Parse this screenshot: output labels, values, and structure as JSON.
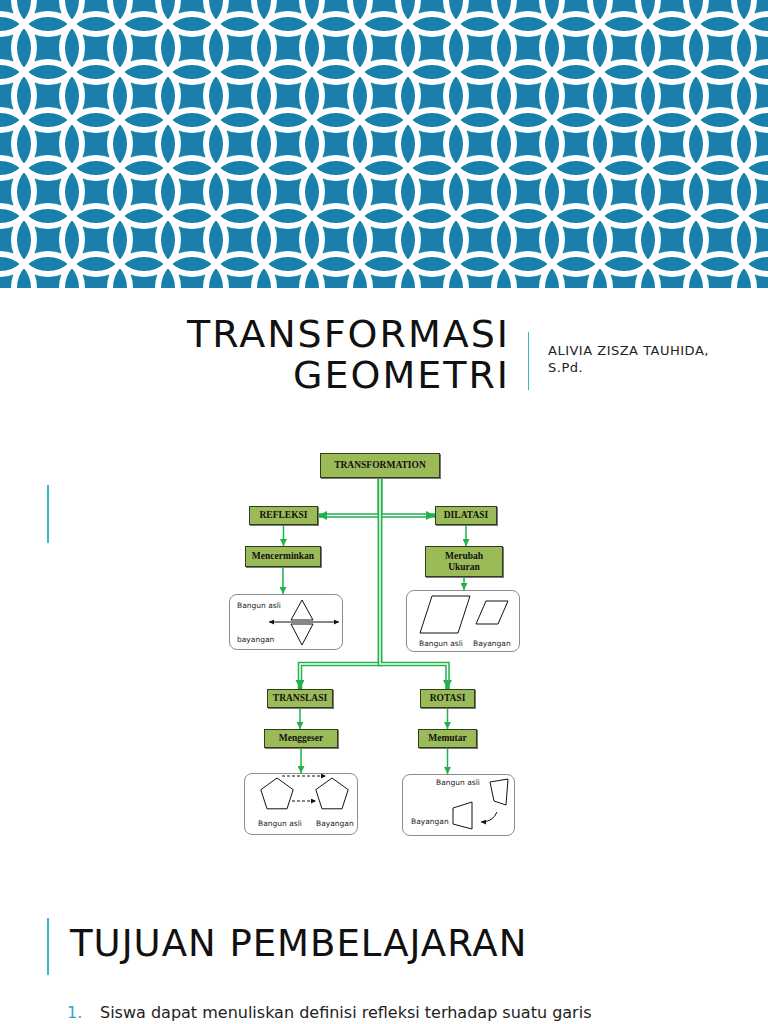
{
  "diagram": {
    "title": "TRANSFORMASI GEOMETRI",
    "nodes": [
      {
        "text": [
          "TRANSFORMATION"
        ]
      },
      {
        "text": [
          "REFLEKSI"
        ]
      },
      {
        "text": [
          "DILATASI"
        ]
      },
      {
        "text": [
          "Mencerminkan"
        ]
      },
      {
        "text": [
          "Merubah Ukuran"
        ]
      },
      {
        "text": [
          "Bangun asli",
          "bayangan"
        ]
      },
      {
        "text": [
          "Bangun asli",
          "Bayangan"
        ]
      },
      {
        "text": [
          "TRANSLASI"
        ]
      },
      {
        "text": [
          "ROTASI"
        ]
      },
      {
        "text": [
          "Menggeser"
        ]
      },
      {
        "text": [
          "Memutar"
        ]
      },
      {
        "text": [
          "Bangun asli",
          "Bayangan"
        ]
      },
      {
        "text": [
          "Bangun asli",
          "Bayangan"
        ]
      }
    ],
    "edges": [
      {
        "from": 0,
        "to": 1,
        "arrow": "to"
      },
      {
        "from": 0,
        "to": 2,
        "arrow": "to"
      },
      {
        "from": 0,
        "to": 7,
        "arrow": "to"
      },
      {
        "from": 0,
        "to": 8,
        "arrow": "to"
      },
      {
        "from": 1,
        "to": 3,
        "arrow": "to"
      },
      {
        "from": 3,
        "to": 5,
        "arrow": "to"
      },
      {
        "from": 2,
        "to": 4,
        "arrow": "to"
      },
      {
        "from": 4,
        "to": 6,
        "arrow": "to"
      },
      {
        "from": 7,
        "to": 9,
        "arrow": "to"
      },
      {
        "from": 9,
        "to": 11,
        "arrow": "to"
      },
      {
        "from": 8,
        "to": 10,
        "arrow": "to"
      },
      {
        "from": 10,
        "to": 12,
        "arrow": "to"
      }
    ],
    "labels": [
      "ALIVIA ZISZA TAUHIDA, S.Pd.",
      "TUJUAN PEMBELAJARAN",
      "1.",
      "Siswa dapat menuliskan definisi refleksi terhadap suatu garis"
    ]
  }
}
